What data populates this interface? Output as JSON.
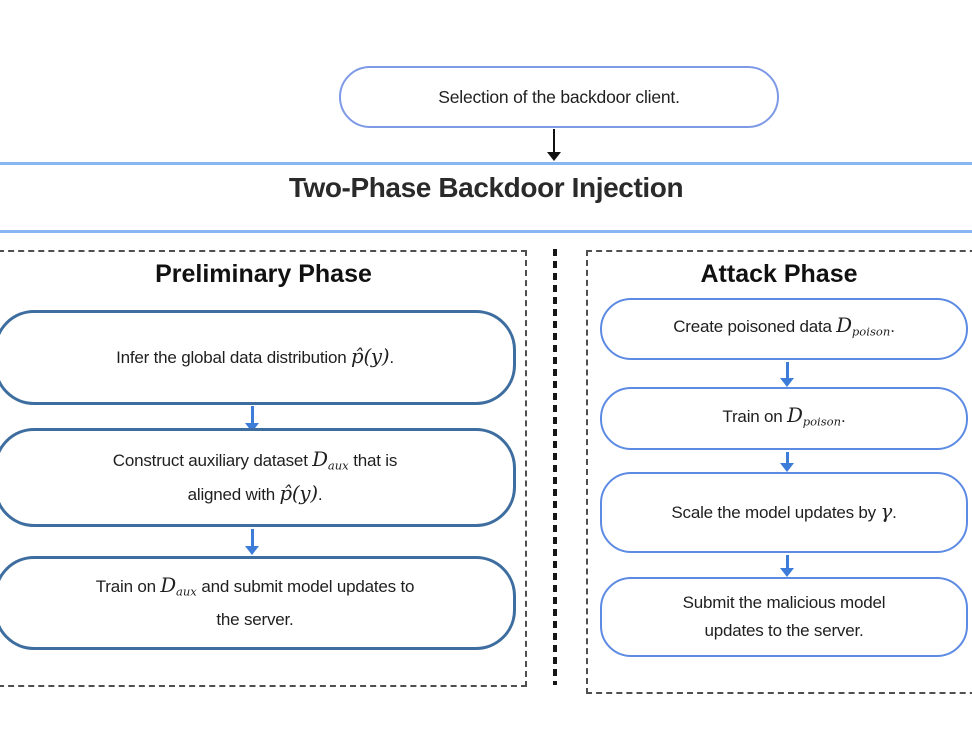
{
  "colors": {
    "banner_line": "#87b6f3",
    "selection_border": "#7e99e6",
    "preliminary_node_border": "#3e6d9f",
    "attack_node_border": "#5d8be4",
    "flow_arrow": "#3d7cd8",
    "top_arrow": "#111111",
    "panel_dash_border": "#4f4f4f",
    "phase_divider": "#161616",
    "text": "#1f1f1f"
  },
  "top_node": {
    "label": "Selection of the backdoor client."
  },
  "banner": {
    "title": "Two-Phase Backdoor Injection"
  },
  "preliminary_phase": {
    "title": "Preliminary Phase",
    "nodes": [
      {
        "segments": [
          {
            "text": "Infer the global data distribution ",
            "math": false
          },
          {
            "text": "p̂(y)",
            "math": true
          },
          {
            "text": ".",
            "math": false
          }
        ]
      },
      {
        "segments": [
          {
            "text": "Construct auxiliary dataset ",
            "math": false
          },
          {
            "text": "D",
            "math": true
          },
          {
            "text": "aux",
            "math": true,
            "sub": true
          },
          {
            "text": " that is",
            "math": false
          },
          {
            "br": true
          },
          {
            "text": "aligned with ",
            "math": false
          },
          {
            "text": "p̂(y)",
            "math": true
          },
          {
            "text": ".",
            "math": false
          }
        ]
      },
      {
        "segments": [
          {
            "text": "Train on ",
            "math": false
          },
          {
            "text": "D",
            "math": true
          },
          {
            "text": "aux",
            "math": true,
            "sub": true
          },
          {
            "text": " and submit model updates to",
            "math": false
          },
          {
            "br": true
          },
          {
            "text": "the server.",
            "math": false
          }
        ]
      }
    ]
  },
  "attack_phase": {
    "title": "Attack Phase",
    "nodes": [
      {
        "segments": [
          {
            "text": "Create poisoned data ",
            "math": false
          },
          {
            "text": "D",
            "math": true
          },
          {
            "text": "poison",
            "math": true,
            "sub": true
          },
          {
            "text": ".",
            "math": false
          }
        ]
      },
      {
        "segments": [
          {
            "text": "Train on ",
            "math": false
          },
          {
            "text": "D",
            "math": true
          },
          {
            "text": "poison",
            "math": true,
            "sub": true
          },
          {
            "text": ".",
            "math": false
          }
        ]
      },
      {
        "segments": [
          {
            "text": "Scale the model updates by ",
            "math": false
          },
          {
            "text": "γ",
            "math": true
          },
          {
            "text": ".",
            "math": false
          }
        ]
      },
      {
        "segments": [
          {
            "text": "Submit the malicious model",
            "math": false
          },
          {
            "br": true
          },
          {
            "text": "updates to the server.",
            "math": false
          }
        ]
      }
    ]
  }
}
